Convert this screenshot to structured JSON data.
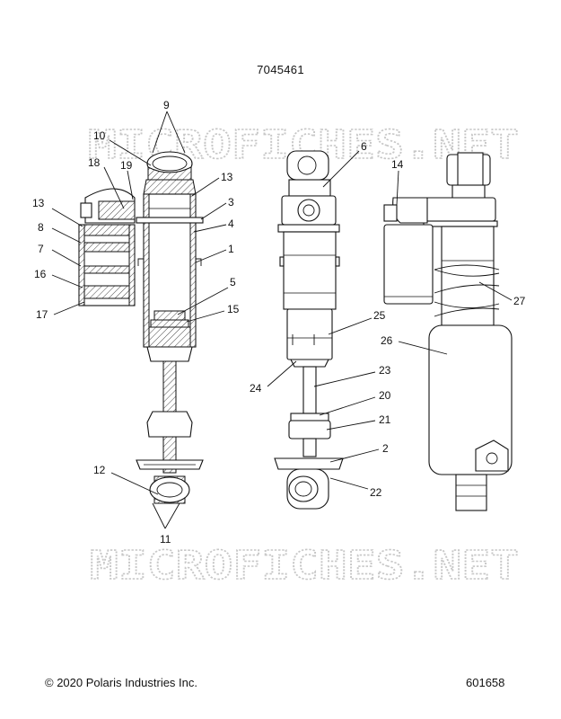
{
  "header": {
    "part_number": "7045461"
  },
  "watermark": {
    "text": "MICROFICHES.NET"
  },
  "footer": {
    "copyright": "© 2020 Polaris Industries Inc.",
    "figure_id": "601658"
  },
  "callouts": {
    "c1": "1",
    "c2": "2",
    "c3": "3",
    "c4": "4",
    "c5": "5",
    "c6": "6",
    "c7": "7",
    "c8": "8",
    "c9": "9",
    "c10": "10",
    "c11": "11",
    "c12": "12",
    "c13a": "13",
    "c13b": "13",
    "c14": "14",
    "c15": "15",
    "c16": "16",
    "c17": "17",
    "c18": "18",
    "c19": "19",
    "c20": "20",
    "c21": "21",
    "c22": "22",
    "c23": "23",
    "c24": "24",
    "c25": "25",
    "c26": "26",
    "c27": "27"
  }
}
